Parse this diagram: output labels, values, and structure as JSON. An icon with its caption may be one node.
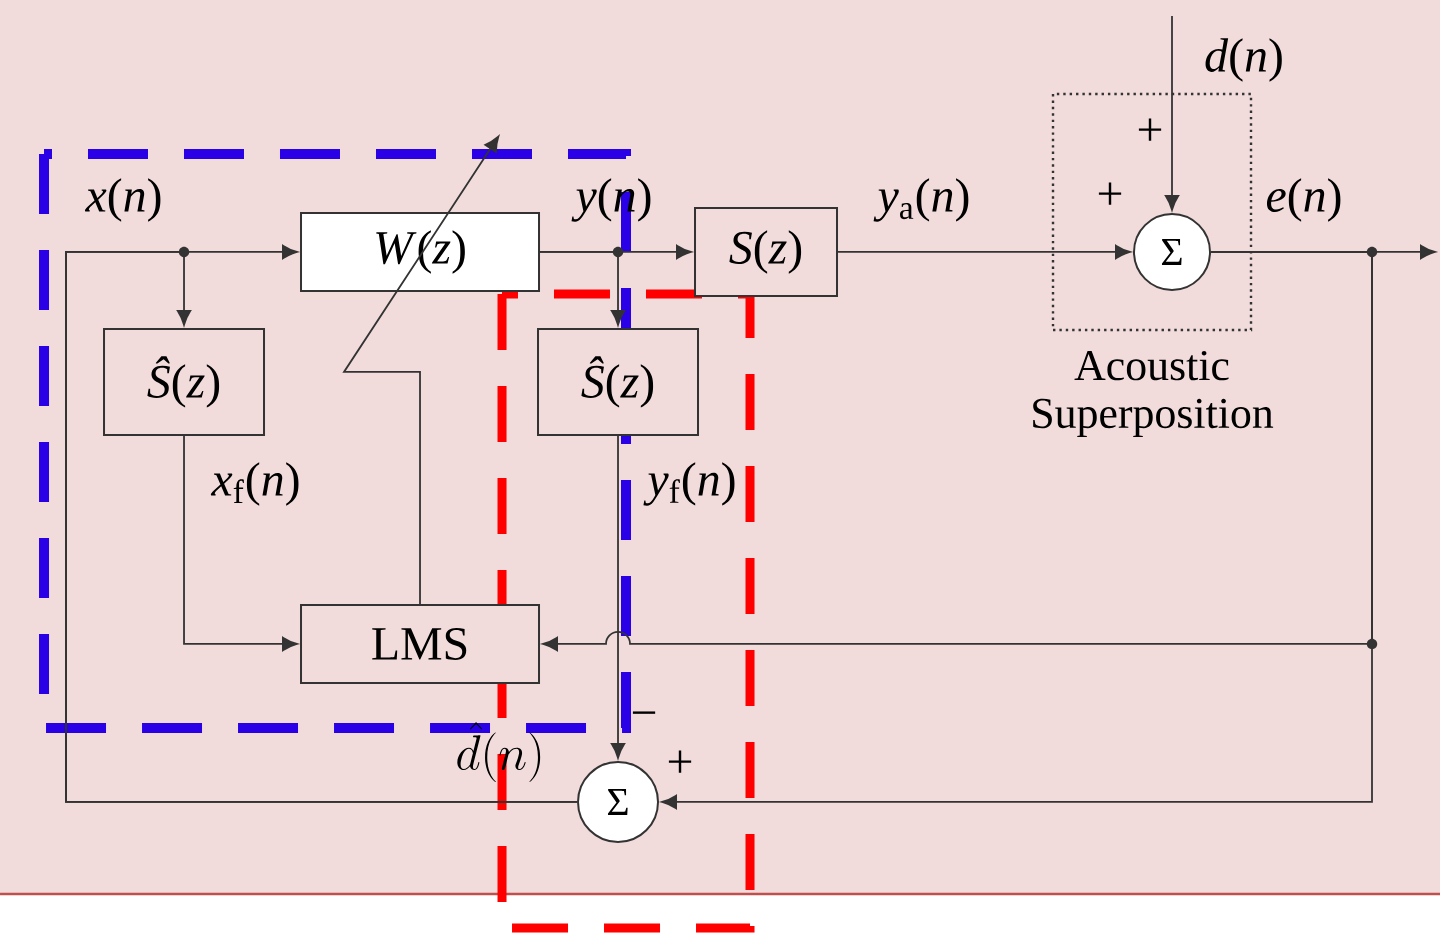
{
  "diagram": {
    "nodes": [
      {
        "text": [
          "*W*(*z*)"
        ]
      },
      {
        "text": [
          "*S*(*z*)"
        ]
      },
      {
        "text": [
          "Acoustic Superposition"
        ]
      },
      {
        "text": [
          "Σ"
        ],
        "in": 2
      },
      {
        "text": [
          "*Ŝ*(*z*)"
        ]
      },
      {
        "text": [
          "*Ŝ*(*z*)"
        ]
      },
      {
        "text": [
          "LMS"
        ]
      },
      {
        "text": [
          "Σ"
        ]
      }
    ],
    "edges": [
      {
        "from": 7,
        "to": 0,
        "arrow": "to",
        "label": "*x*(*n*)"
      },
      {
        "from": 7,
        "to": 4,
        "arrow": "to"
      },
      {
        "from": 0,
        "to": 1,
        "arrow": "to",
        "label": "*y*(*n*)"
      },
      {
        "from": 0,
        "to": 5,
        "arrow": "to"
      },
      {
        "from": 1,
        "to": 3,
        "arrow": "to",
        "label": "*y*$_{a}$(*n*)"
      },
      {
        "from": null,
        "to": 3,
        "arrow": "to",
        "label": "*d*(*n*)"
      },
      {
        "from": 3,
        "to": null,
        "arrow": "to",
        "label": "*e*(*n*)"
      },
      {
        "from": 3,
        "to": 6,
        "arrow": "to"
      },
      {
        "from": 3,
        "to": 7,
        "arrow": "to"
      },
      {
        "from": 4,
        "to": 6,
        "arrow": "to",
        "label": "*x*$_{f}$(*n*)"
      },
      {
        "from": 5,
        "to": 7,
        "arrow": "to",
        "label": "*y*$_{f}$(*n*)"
      },
      {
        "from": 6,
        "to": 0,
        "arrow": "to"
      }
    ],
    "labels": [
      "+",
      "+",
      "−",
      "\\hat{d}(n)",
      "+"
    ]
  }
}
